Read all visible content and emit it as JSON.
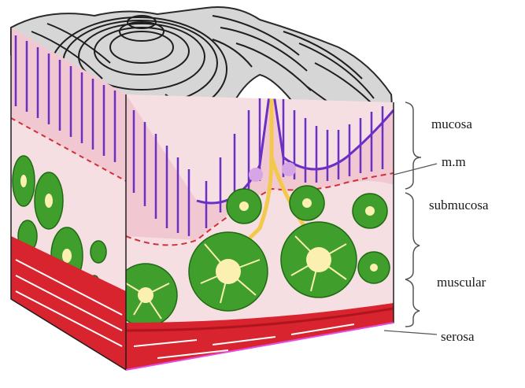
{
  "diagram": {
    "labels": {
      "mucosa": "mucosa",
      "muscularis_mucosae": "m.m",
      "submucosa": "submucosa",
      "muscular": "muscular",
      "serosa": "serosa"
    },
    "colors": {
      "mucosa_pink": "#f1c8d2",
      "villus_outline": "#6a2fc4",
      "surface_gray": "#cfcfcf",
      "submucosa_pink": "#f6dfe3",
      "gland_green": "#3f9e2c",
      "gland_center": "#fbf0b0",
      "muscle_red": "#d8242e",
      "muscle_dark": "#b0151e",
      "vessel_yellow": "#f2c94c",
      "dashed_red": "#d1303a"
    }
  }
}
